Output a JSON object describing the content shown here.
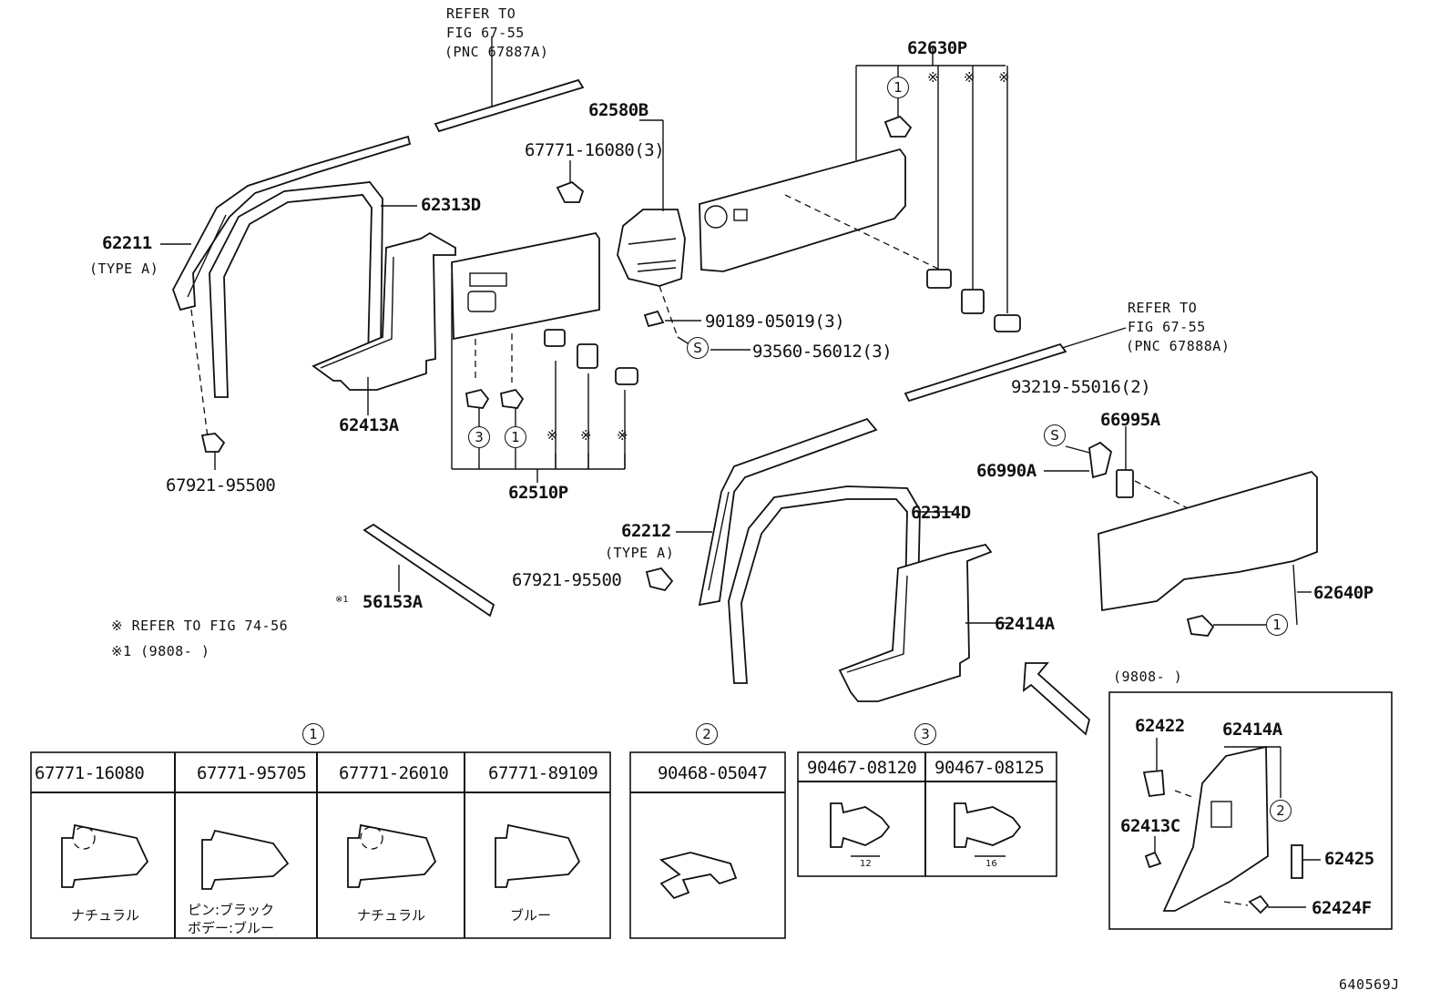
{
  "labels": {
    "refer_top_1": "REFER TO",
    "refer_top_2": "FIG 67-55",
    "refer_top_3": "(PNC 67887A)",
    "p62630P": "62630P",
    "p62580B": "62580B",
    "p67771_16080_3": "67771-16080(3)",
    "p62211": "62211",
    "type_a_1": "(TYPE A)",
    "p62313D": "62313D",
    "p62413A": "62413A",
    "p90189": "90189-05019(3)",
    "p93560": "93560-56012(3)",
    "p67921_a": "67921-95500",
    "p62510P": "62510P",
    "refer_mid_1": "REFER TO",
    "refer_mid_2": "FIG 67-55",
    "refer_mid_3": "(PNC 67888A)",
    "p93219": "93219-55016(2)",
    "p66995A": "66995A",
    "p66990A": "66990A",
    "p62212": "62212",
    "type_a_2": "(TYPE A)",
    "p62314D": "62314D",
    "p67921_b": "67921-95500",
    "p56153A": "56153A",
    "note1_mark": "※1",
    "p62414A": "62414A",
    "p62640P": "62640P",
    "note_refer": "※ REFER TO FIG 74-56",
    "note_date": "※1 (9808-      )",
    "inset_date": "(9808-      )",
    "p62422": "62422",
    "p62414A_in": "62414A",
    "p62413C": "62413C",
    "p62425": "62425",
    "p62424F": "62424F",
    "fig_id": "640569J"
  },
  "marks": {
    "c1": "1",
    "c2": "2",
    "c3": "3",
    "s": "S",
    "ref": "※"
  },
  "tables": {
    "t1": {
      "num": "1",
      "cols": [
        {
          "pn": "67771-16080",
          "note": "ナチュラル"
        },
        {
          "pn": "67771-95705",
          "note": "ピン:ブラック",
          "note2": "ボデー:ブルー"
        },
        {
          "pn": "67771-26010",
          "note": "ナチュラル"
        },
        {
          "pn": "67771-89109",
          "note": "ブルー"
        }
      ]
    },
    "t2": {
      "num": "2",
      "cols": [
        {
          "pn": "90468-05047"
        }
      ]
    },
    "t3": {
      "num": "3",
      "cols": [
        {
          "pn": "90467-08120",
          "dim": "12"
        },
        {
          "pn": "90467-08125",
          "dim": "16"
        }
      ]
    }
  }
}
